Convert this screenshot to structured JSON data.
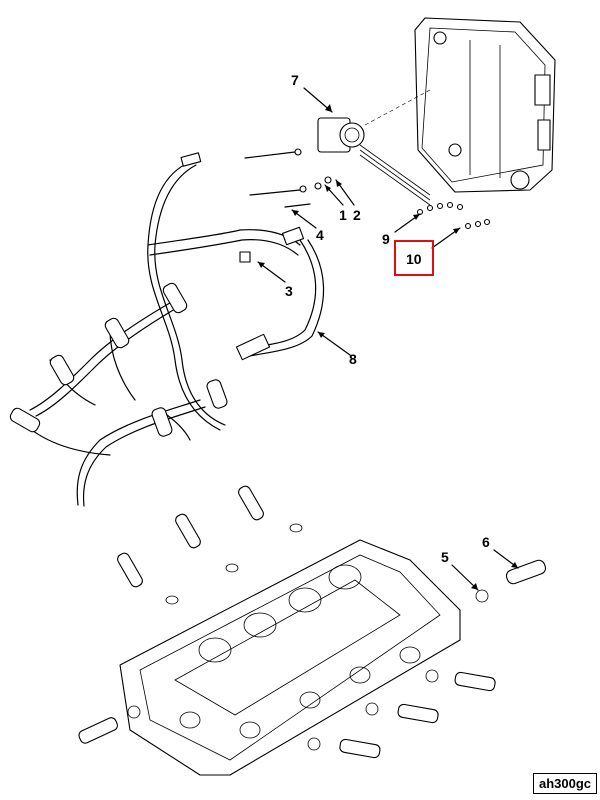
{
  "callouts": [
    {
      "id": "c1",
      "label": "1"
    },
    {
      "id": "c2",
      "label": "2"
    },
    {
      "id": "c3",
      "label": "3"
    },
    {
      "id": "c4",
      "label": "4"
    },
    {
      "id": "c5",
      "label": "5"
    },
    {
      "id": "c6",
      "label": "6"
    },
    {
      "id": "c7",
      "label": "7"
    },
    {
      "id": "c8",
      "label": "8"
    },
    {
      "id": "c9",
      "label": "9"
    },
    {
      "id": "c10",
      "label": "10"
    }
  ],
  "figure_id": "ah300gc",
  "colors": {
    "highlight": "#e01010",
    "line": "#000000",
    "background": "#ffffff"
  }
}
